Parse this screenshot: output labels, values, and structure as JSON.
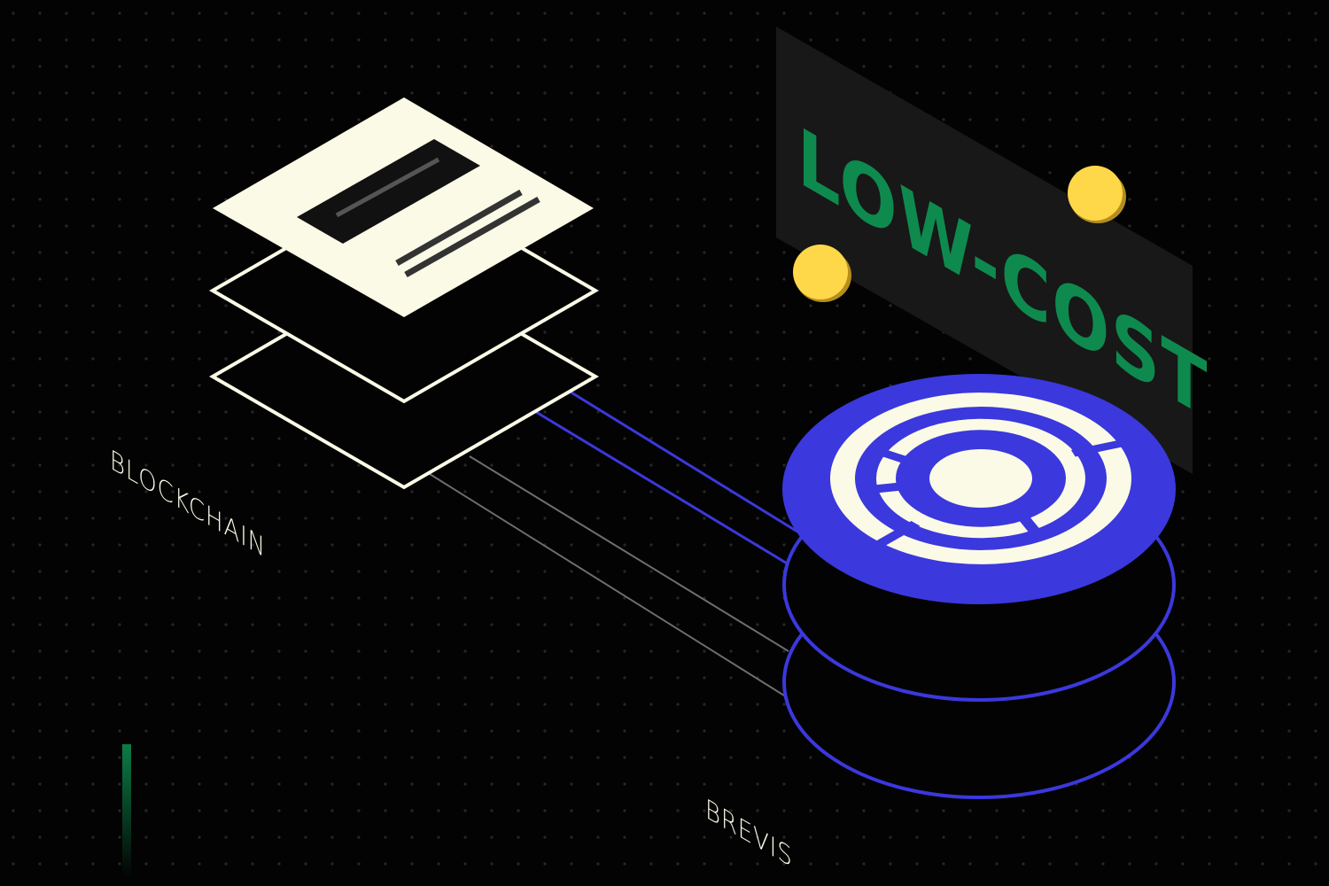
{
  "labels": {
    "blockchain": "BLOCKCHAIN",
    "brevis": "BREVIS",
    "sign": "LOW-COST"
  },
  "colors": {
    "background": "#030303",
    "dot_grid": "#262626",
    "cream": "#FBFAE6",
    "brand_blue": "#3B38DD",
    "sign_green": "#0E8A4E",
    "sign_panel": "#181818",
    "coin_yellow": "#FFD84A",
    "connector_gray": "#6E6E6E"
  },
  "icons": [
    "stacked-layers-icon",
    "brevis-logo-icon",
    "coin-icon"
  ]
}
